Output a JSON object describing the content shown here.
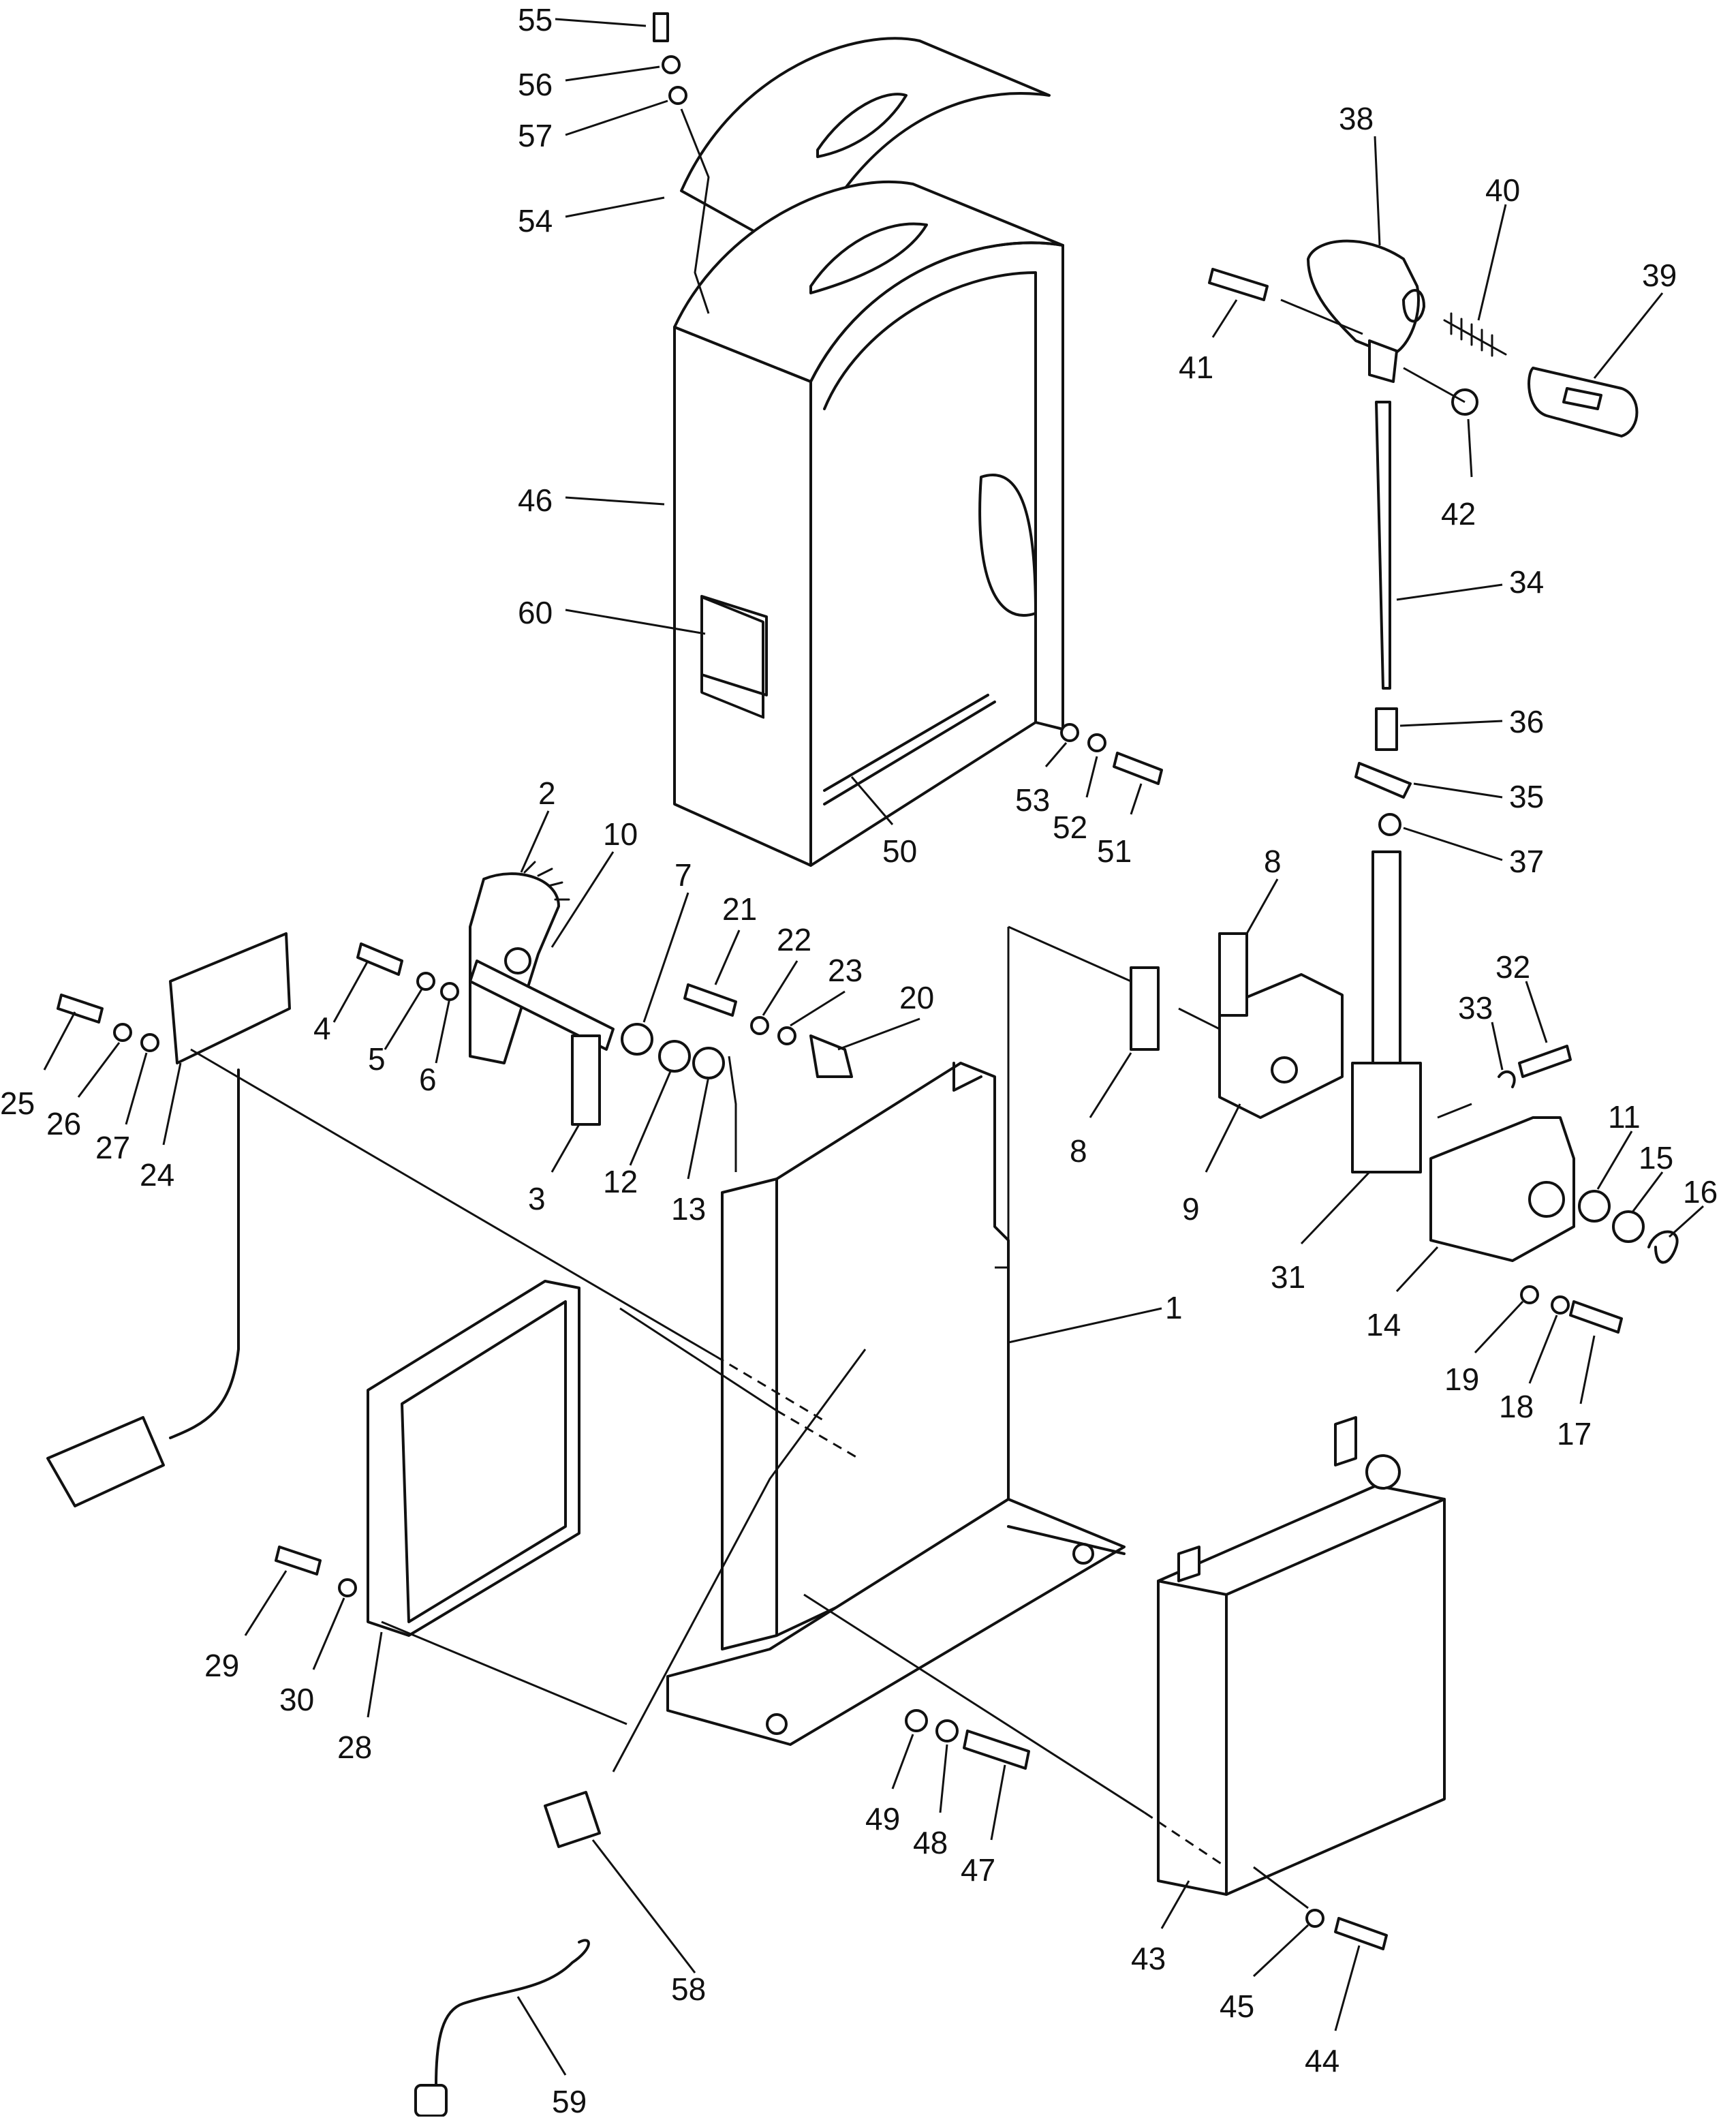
{
  "diagram": {
    "callouts": [
      {
        "id": "c55",
        "label": "55"
      },
      {
        "id": "c56",
        "label": "56"
      },
      {
        "id": "c57",
        "label": "57"
      },
      {
        "id": "c54",
        "label": "54"
      },
      {
        "id": "c46",
        "label": "46"
      },
      {
        "id": "c60",
        "label": "60"
      },
      {
        "id": "c50",
        "label": "50"
      },
      {
        "id": "c53",
        "label": "53"
      },
      {
        "id": "c52",
        "label": "52"
      },
      {
        "id": "c51",
        "label": "51"
      },
      {
        "id": "c38",
        "label": "38"
      },
      {
        "id": "c40",
        "label": "40"
      },
      {
        "id": "c39",
        "label": "39"
      },
      {
        "id": "c41",
        "label": "41"
      },
      {
        "id": "c42",
        "label": "42"
      },
      {
        "id": "c34",
        "label": "34"
      },
      {
        "id": "c36",
        "label": "36"
      },
      {
        "id": "c35",
        "label": "35"
      },
      {
        "id": "c37",
        "label": "37"
      },
      {
        "id": "c2",
        "label": "2"
      },
      {
        "id": "c10",
        "label": "10"
      },
      {
        "id": "c7",
        "label": "7"
      },
      {
        "id": "c21",
        "label": "21"
      },
      {
        "id": "c22",
        "label": "22"
      },
      {
        "id": "c23",
        "label": "23"
      },
      {
        "id": "c20",
        "label": "20"
      },
      {
        "id": "c8a",
        "label": "8"
      },
      {
        "id": "c8b",
        "label": "8"
      },
      {
        "id": "c32",
        "label": "32"
      },
      {
        "id": "c33",
        "label": "33"
      },
      {
        "id": "c4",
        "label": "4"
      },
      {
        "id": "c5",
        "label": "5"
      },
      {
        "id": "c6",
        "label": "6"
      },
      {
        "id": "c3",
        "label": "3"
      },
      {
        "id": "c12",
        "label": "12"
      },
      {
        "id": "c13",
        "label": "13"
      },
      {
        "id": "c9",
        "label": "9"
      },
      {
        "id": "c31",
        "label": "31"
      },
      {
        "id": "c11",
        "label": "11"
      },
      {
        "id": "c15",
        "label": "15"
      },
      {
        "id": "c16",
        "label": "16"
      },
      {
        "id": "c14",
        "label": "14"
      },
      {
        "id": "c19",
        "label": "19"
      },
      {
        "id": "c18",
        "label": "18"
      },
      {
        "id": "c17",
        "label": "17"
      },
      {
        "id": "c1",
        "label": "1"
      },
      {
        "id": "c25",
        "label": "25"
      },
      {
        "id": "c26",
        "label": "26"
      },
      {
        "id": "c27",
        "label": "27"
      },
      {
        "id": "c24",
        "label": "24"
      },
      {
        "id": "c29",
        "label": "29"
      },
      {
        "id": "c30",
        "label": "30"
      },
      {
        "id": "c28",
        "label": "28"
      },
      {
        "id": "c49",
        "label": "49"
      },
      {
        "id": "c48",
        "label": "48"
      },
      {
        "id": "c47",
        "label": "47"
      },
      {
        "id": "c43",
        "label": "43"
      },
      {
        "id": "c45",
        "label": "45"
      },
      {
        "id": "c44",
        "label": "44"
      },
      {
        "id": "c58",
        "label": "58"
      },
      {
        "id": "c59",
        "label": "59"
      }
    ]
  }
}
